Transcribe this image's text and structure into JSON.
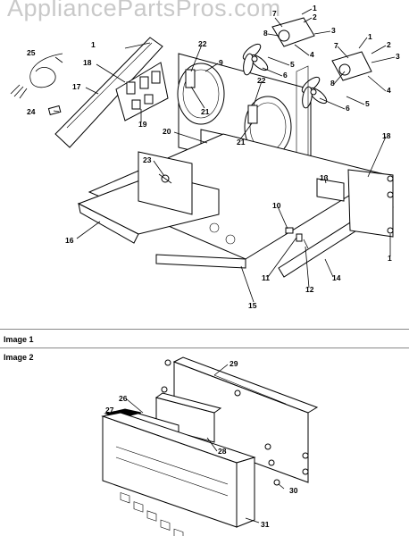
{
  "watermark": "AppliancePartsPros.com",
  "sections": {
    "image1": "Image 1",
    "image2": "Image 2"
  },
  "callouts": [
    "1",
    "2",
    "3",
    "4",
    "5",
    "6",
    "7",
    "8",
    "9",
    "1",
    "2",
    "3",
    "4",
    "5",
    "6",
    "7",
    "8",
    "1",
    "25",
    "18",
    "17",
    "24",
    "19",
    "22",
    "21",
    "22",
    "21",
    "20",
    "18",
    "13",
    "23",
    "16",
    "10",
    "11",
    "12",
    "14",
    "15",
    "1",
    "29",
    "26",
    "27",
    "28",
    "30",
    "31"
  ]
}
